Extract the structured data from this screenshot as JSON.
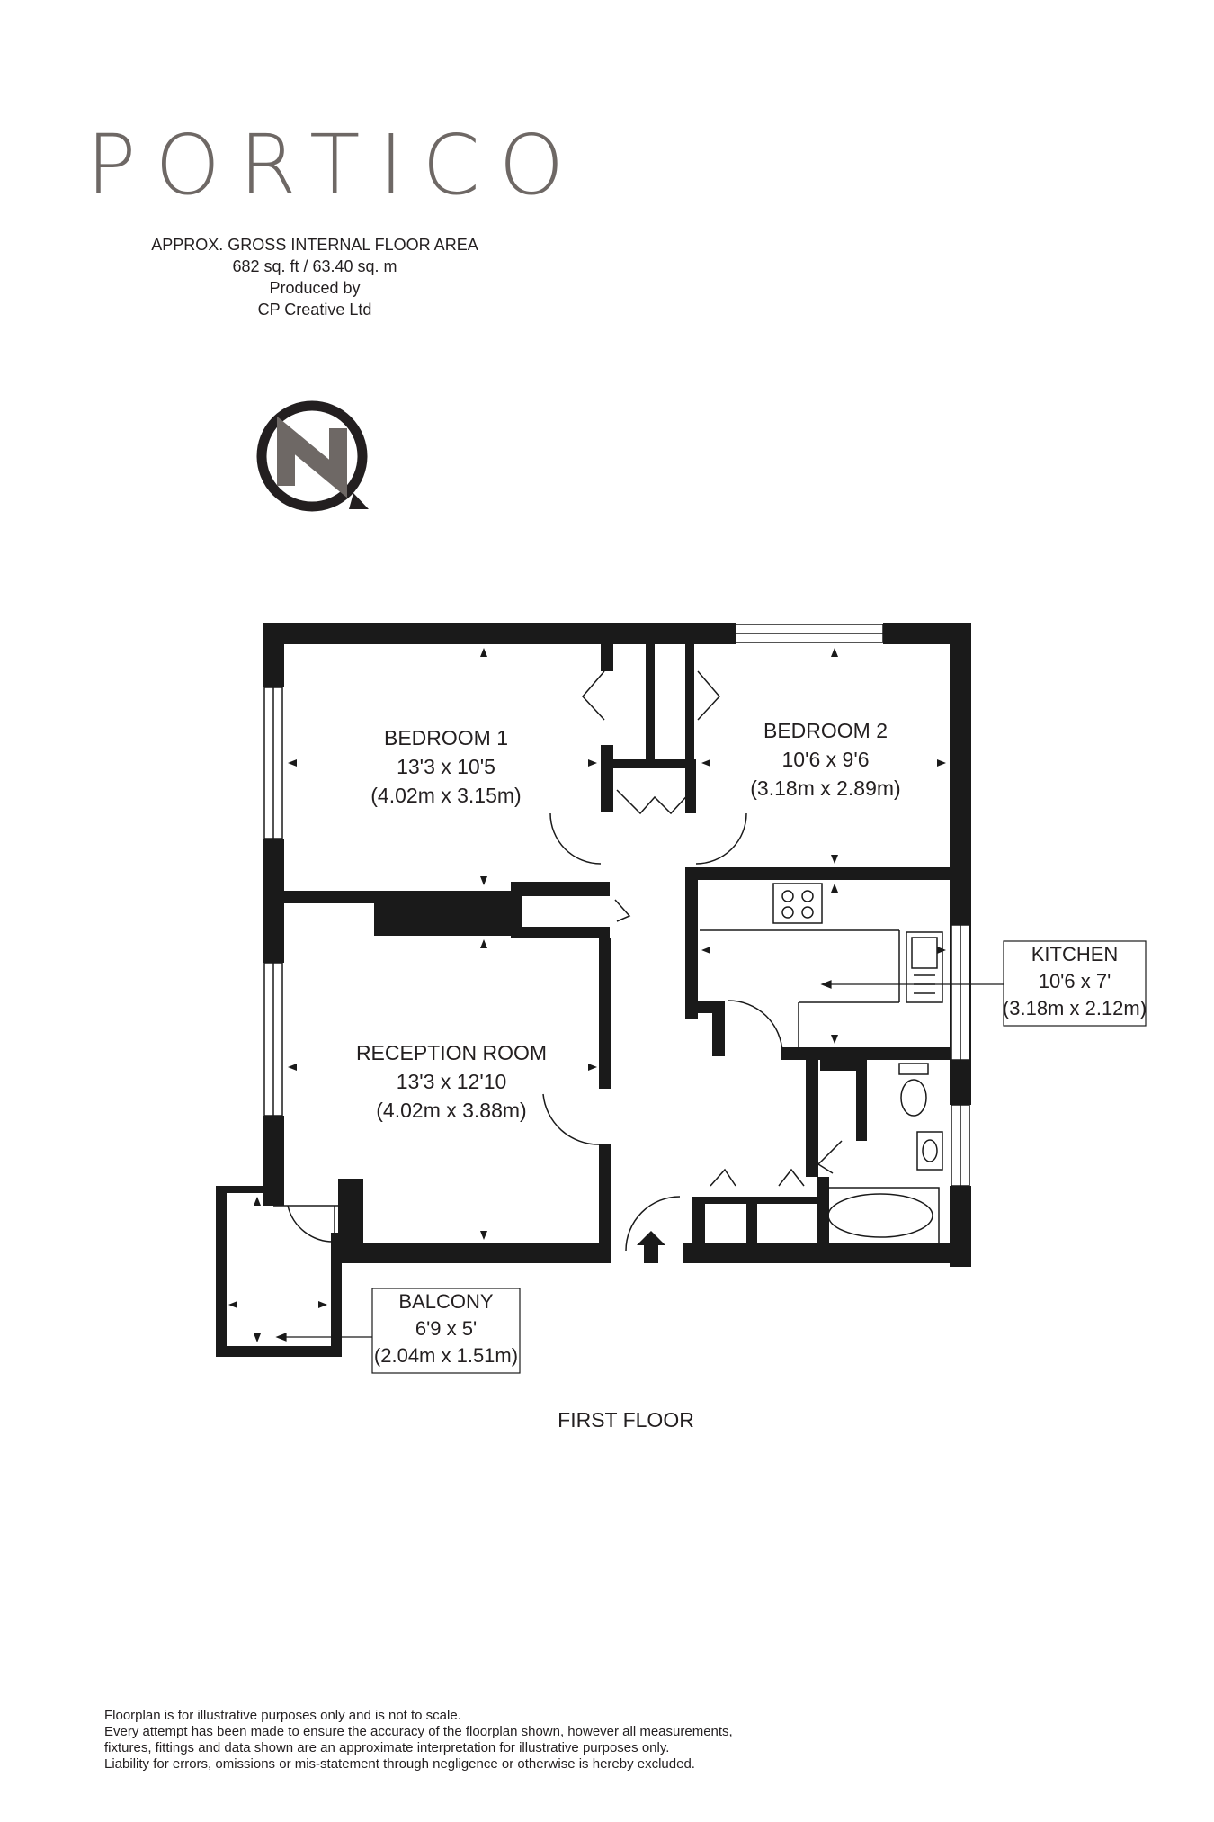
{
  "brand": {
    "logo_text": "PORTICO"
  },
  "area_info": {
    "line1": "APPROX. GROSS INTERNAL FLOOR AREA",
    "line2": "682 sq. ft / 63.40 sq. m",
    "line3": "Produced by",
    "line4": "CP Creative Ltd"
  },
  "compass": {
    "letter": "N",
    "icon": "north-compass-icon"
  },
  "rooms": {
    "bedroom1": {
      "name": "BEDROOM 1",
      "imperial": "13'3 x 10'5",
      "metric": "(4.02m x 3.15m)"
    },
    "bedroom2": {
      "name": "BEDROOM 2",
      "imperial": "10'6 x 9'6",
      "metric": "(3.18m x 2.89m)"
    },
    "reception": {
      "name": "RECEPTION ROOM",
      "imperial": "13'3 x 12'10",
      "metric": "(4.02m x 3.88m)"
    },
    "kitchen": {
      "name": "KITCHEN",
      "imperial": "10'6 x 7'",
      "metric": "(3.18m x 2.12m)"
    },
    "balcony": {
      "name": "BALCONY",
      "imperial": "6'9 x 5'",
      "metric": "(2.04m x 1.51m)"
    }
  },
  "floor_label": "FIRST FLOOR",
  "disclaimer": {
    "line1": "Floorplan is for illustrative purposes only and is not to scale.",
    "line2": "Every attempt has been made to ensure the accuracy of the floorplan shown, however all measurements,",
    "line3": "fixtures, fittings and data shown are an approximate interpretation for illustrative purposes only.",
    "line4": "Liability for errors, omissions or mis-statement through negligence or otherwise is hereby excluded."
  },
  "colors": {
    "wall": "#1a1a1a",
    "logo": "#6e6865",
    "text": "#231f20",
    "window": "#888888"
  }
}
